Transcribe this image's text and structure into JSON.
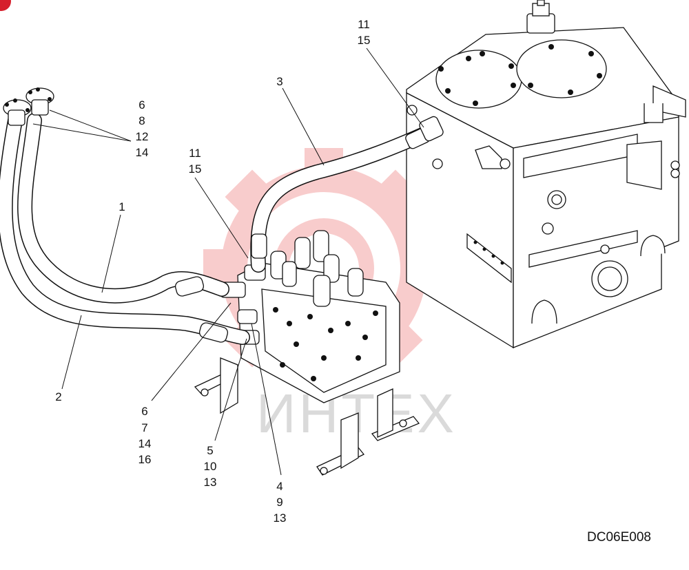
{
  "drawing_code": "DC06E008",
  "watermark": "ИНТЕХ",
  "callouts": {
    "c1": "1",
    "c2": "2",
    "c3": "3",
    "c4": [
      "4",
      "9",
      "13"
    ],
    "c5": [
      "5",
      "10",
      "13"
    ],
    "c6a": [
      "6",
      "8",
      "12",
      "14"
    ],
    "c6b": [
      "6",
      "7",
      "14",
      "16"
    ],
    "c11a": [
      "11",
      "15"
    ],
    "c11b": [
      "11",
      "15"
    ]
  },
  "colors": {
    "watermark_gear": "#f4a3a3",
    "ink": "#111111",
    "badge": "#d61f2c"
  }
}
